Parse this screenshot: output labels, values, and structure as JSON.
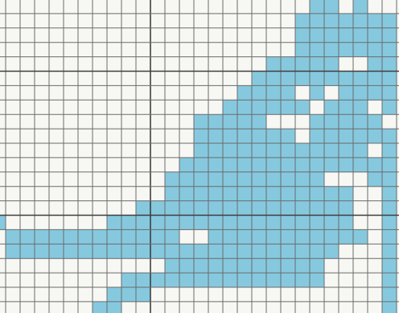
{
  "pattern": {
    "cols": 28,
    "rows": 22,
    "colors": {
      "background": "#f7f7f3",
      "filled": "#86c9df",
      "grid": "#6b6b6b",
      "major_grid": "#3f3f3f"
    },
    "grid_rows": [
      "0000000000000000000000110100",
      "0000000000000000000001111111",
      "0000000000000000000001111111",
      "0000000000000000000001111111",
      "0000000000000000000111110011",
      "0000000000000000001111111111",
      "0000000000000000011110101111",
      "0000000000000000111111011101",
      "0000000000000011111000111110",
      "0000000000000011111110111111",
      "0000000000000011111111111101",
      "0000000000000111111111111111",
      "0000000000001111111111100011",
      "0000000000001111111111111001",
      "0000000000111111111111111001",
      "1000000011111111111111111001",
      "0111111111111001111111111101",
      "0111111111111111111111110001",
      "0000000000001111111111100001",
      "0000000001111111111111100001",
      "0000000011100000000000000001",
      "0000000110000000000000000001"
    ]
  }
}
